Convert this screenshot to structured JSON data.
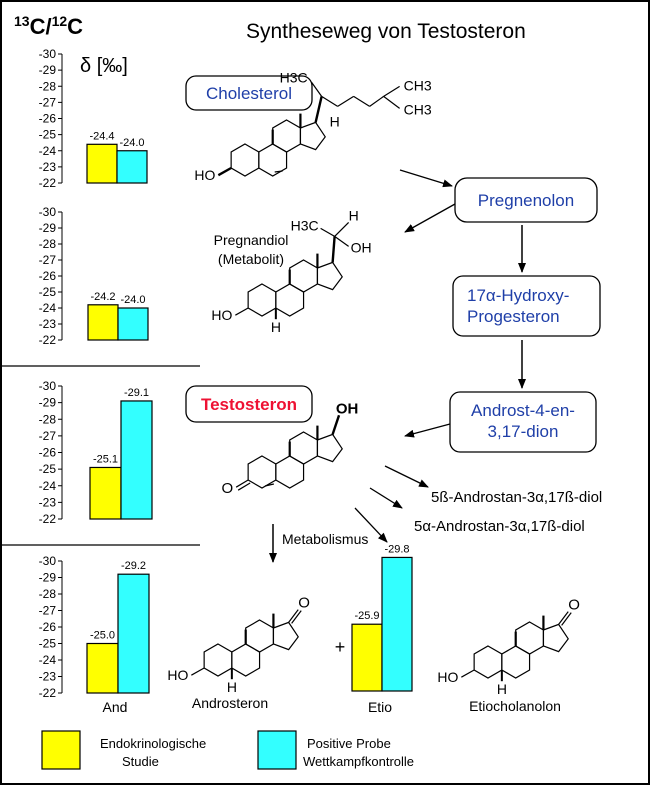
{
  "title": "Syntheseweg von Testosteron",
  "isotope_header": {
    "prefix": "13",
    "c1": "C/",
    "sup2": "12",
    "c2": "C"
  },
  "delta_label": "δ [‰]",
  "nodes": {
    "cholesterol": "Cholesterol",
    "pregnenolon": "Pregnenolon",
    "hydroxy_line1": "17α-Hydroxy-",
    "hydroxy_line2": "Progesteron",
    "androst_line1": "Androst-4-en-",
    "androst_line2": "3,17-dion",
    "testosteron": "Testosteron"
  },
  "labels": {
    "pregnandiol_line1": "Pregnandiol",
    "pregnandiol_line2": "(Metabolit)",
    "metabolismus": "Metabolismus",
    "diol_beta": "5ß-Androstan-3α,17ß-diol",
    "diol_alpha": "5α-Androstan-3α,17ß-diol",
    "androsteron": "Androsteron",
    "etiocholanolon": "Etiocholanolon",
    "plus": "+",
    "and_label": "And",
    "etio_label": "Etio"
  },
  "atom_labels": {
    "h3c": "H3C",
    "ch3": "CH3",
    "h": "H",
    "ho": "HO",
    "oh": "OH",
    "o": "O"
  },
  "legend": {
    "endo_line1": "Endokrinologische",
    "endo_line2": "Studie",
    "pos_line1": "Positive Probe",
    "pos_line2": "Wettkampfkontrolle"
  },
  "colors": {
    "endo": "#ffff00",
    "positive": "#33ffff",
    "node_text": "#1f3fa8",
    "testosteron": "#ee1133"
  },
  "chart_data": [
    {
      "type": "bar",
      "name": "Cholesterol",
      "ylim": [
        -30,
        -22
      ],
      "yticks": [
        -30,
        -29,
        -28,
        -27,
        -26,
        -25,
        -24,
        -23,
        -22
      ],
      "series": [
        {
          "name": "Endokrinologische Studie",
          "value": -24.4,
          "label": "-24.4"
        },
        {
          "name": "Positive Probe Wettkampfkontrolle",
          "value": -24.0,
          "label": "-24.0"
        }
      ]
    },
    {
      "type": "bar",
      "name": "Pregnandiol",
      "ylim": [
        -30,
        -22
      ],
      "yticks": [
        -30,
        -29,
        -28,
        -27,
        -26,
        -25,
        -24,
        -23,
        -22
      ],
      "series": [
        {
          "name": "Endokrinologische Studie",
          "value": -24.2,
          "label": "-24.2"
        },
        {
          "name": "Positive Probe Wettkampfkontrolle",
          "value": -24.0,
          "label": "-24.0"
        }
      ]
    },
    {
      "type": "bar",
      "name": "Testosteron",
      "ylim": [
        -30,
        -22
      ],
      "yticks": [
        -30,
        -29,
        -28,
        -27,
        -26,
        -25,
        -24,
        -23,
        -22
      ],
      "series": [
        {
          "name": "Endokrinologische Studie",
          "value": -25.1,
          "label": "-25.1"
        },
        {
          "name": "Positive Probe Wettkampfkontrolle",
          "value": -29.1,
          "label": "-29.1"
        }
      ]
    },
    {
      "type": "bar",
      "name": "And",
      "xlabel": "And",
      "ylim": [
        -30,
        -22
      ],
      "yticks": [
        -30,
        -29,
        -28,
        -27,
        -26,
        -25,
        -24,
        -23,
        -22
      ],
      "series": [
        {
          "name": "Endokrinologische Studie",
          "value": -25.0,
          "label": "-25.0"
        },
        {
          "name": "Positive Probe Wettkampfkontrolle",
          "value": -29.2,
          "label": "-29.2"
        }
      ]
    },
    {
      "type": "bar",
      "name": "Etio",
      "xlabel": "Etio",
      "ylim": [
        -30,
        -22
      ],
      "series": [
        {
          "name": "Endokrinologische Studie",
          "value": -25.9,
          "label": "-25.9"
        },
        {
          "name": "Positive Probe Wettkampfkontrolle",
          "value": -29.8,
          "label": "-29.8"
        }
      ]
    }
  ]
}
